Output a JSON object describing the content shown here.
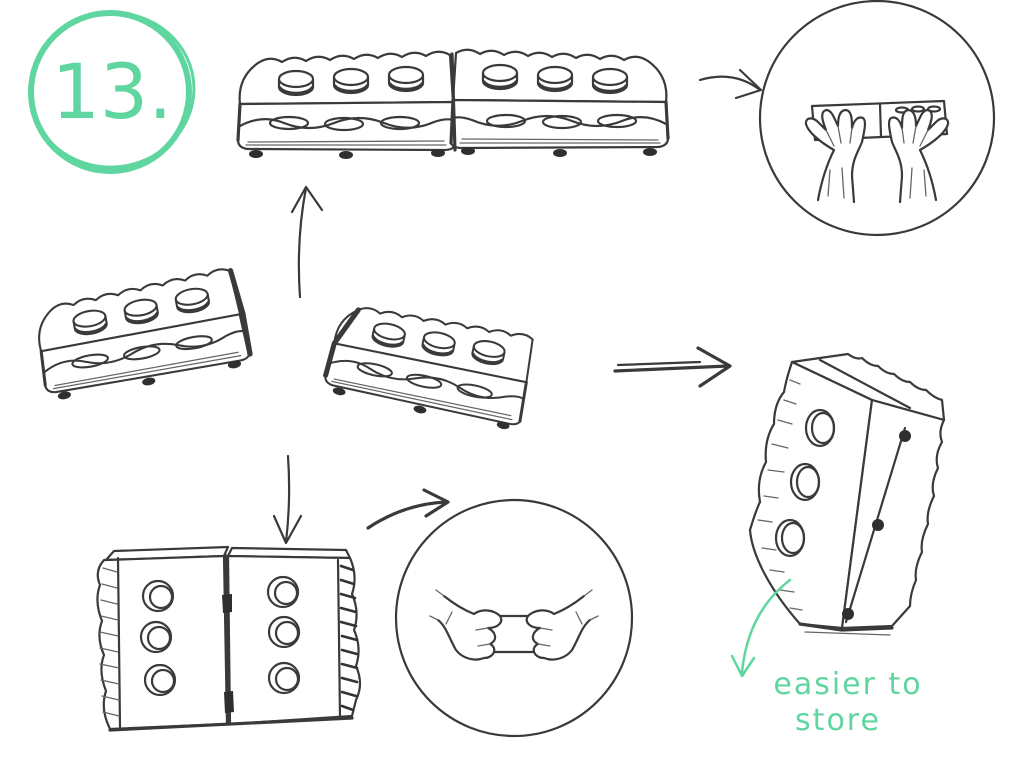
{
  "badge": {
    "label": "13."
  },
  "note": {
    "line1": "easier to",
    "line2": "store"
  },
  "colors": {
    "accent": "#5fd69f",
    "ink": "#3a3a3a",
    "background": "#ffffff"
  }
}
